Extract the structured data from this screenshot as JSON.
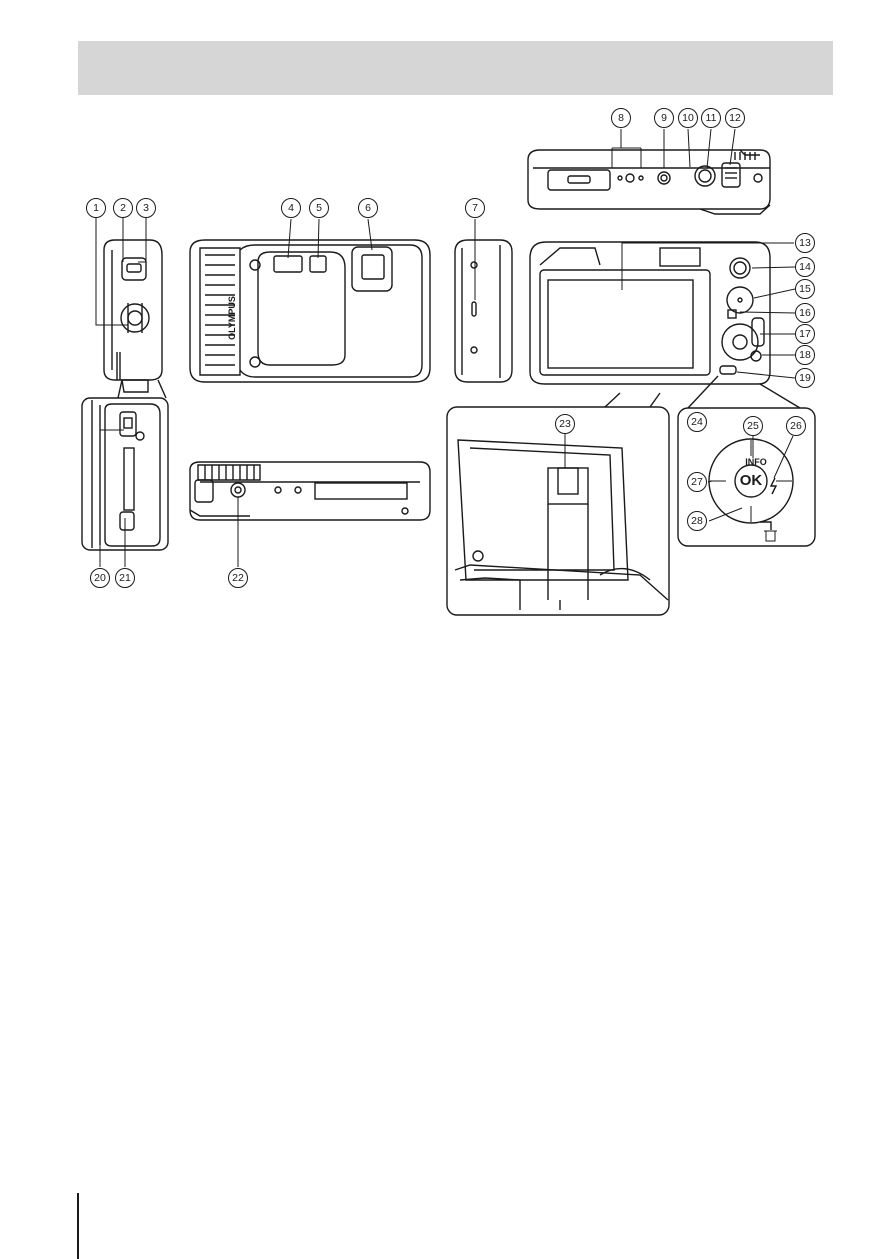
{
  "figure": {
    "brand_label": "OLYMPUS",
    "dpad_labels": {
      "ok": "OK",
      "info": "INFO"
    },
    "callouts": [
      "1",
      "2",
      "3",
      "4",
      "5",
      "6",
      "7",
      "8",
      "9",
      "10",
      "11",
      "12",
      "13",
      "14",
      "15",
      "16",
      "17",
      "18",
      "19",
      "20",
      "21",
      "22",
      "23",
      "24",
      "25",
      "26",
      "27",
      "28"
    ]
  }
}
